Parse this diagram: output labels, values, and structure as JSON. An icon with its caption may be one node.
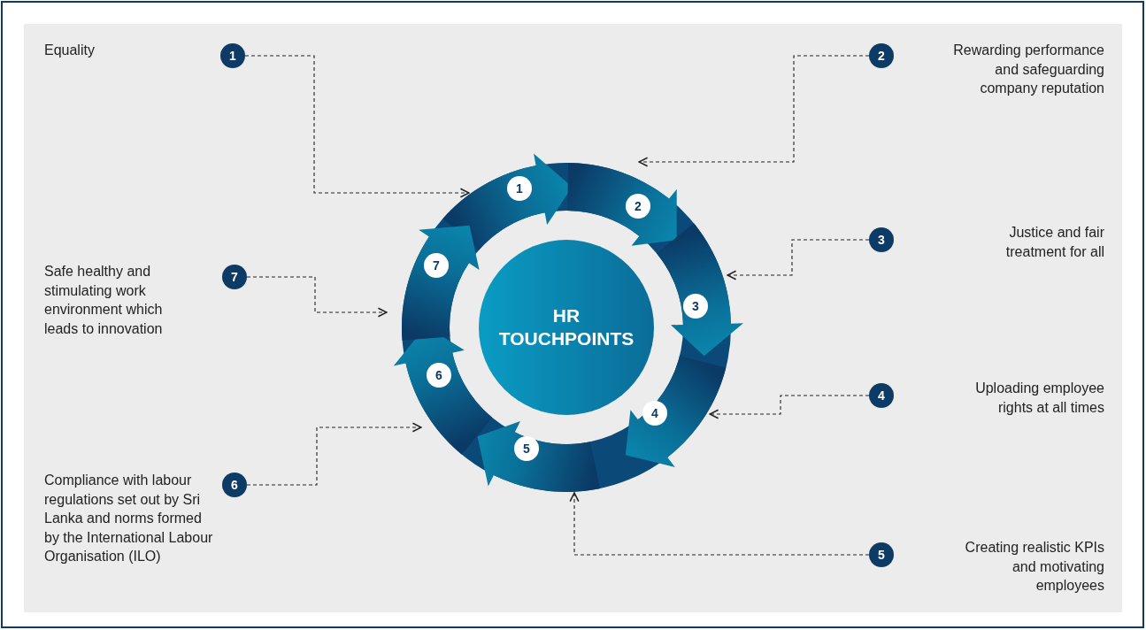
{
  "diagram": {
    "nodes": [
      {
        "text": [
          "HR TOUCHPOINTS"
        ]
      },
      {
        "text": [
          "1"
        ]
      },
      {
        "text": [
          "2"
        ]
      },
      {
        "text": [
          "3"
        ]
      },
      {
        "text": [
          "4"
        ]
      },
      {
        "text": [
          "5"
        ]
      },
      {
        "text": [
          "6"
        ]
      },
      {
        "text": [
          "7"
        ]
      },
      {
        "text": [
          "1"
        ]
      },
      {
        "text": [
          "2"
        ]
      },
      {
        "text": [
          "3"
        ]
      },
      {
        "text": [
          "4"
        ]
      },
      {
        "text": [
          "5"
        ]
      },
      {
        "text": [
          "6"
        ]
      },
      {
        "text": [
          "7"
        ]
      }
    ],
    "edges": [
      {
        "from": 8,
        "to": 1,
        "arrow": "to",
        "style": "dashed"
      },
      {
        "from": 9,
        "to": 2,
        "arrow": "to",
        "style": "dashed"
      },
      {
        "from": 10,
        "to": 3,
        "arrow": "to",
        "style": "dashed"
      },
      {
        "from": 11,
        "to": 4,
        "arrow": "to",
        "style": "dashed"
      },
      {
        "from": 12,
        "to": 5,
        "arrow": "to",
        "style": "dashed"
      },
      {
        "from": 13,
        "to": 6,
        "arrow": "to",
        "style": "dashed"
      },
      {
        "from": 14,
        "to": 7,
        "arrow": "to",
        "style": "dashed"
      }
    ],
    "labels": [
      "Equality",
      "Rewarding performance and safeguarding company reputation",
      "Justice and fair treatment for all",
      "Safe healthy and stimulating work environment which leads to innovation",
      "Uploading employee rights at all times",
      "Compliance with labour regulations set out by Sri Lanka and norms formed by the International Labour Organisation (ILO)",
      "Creating realistic KPIs and motivating employees"
    ]
  }
}
